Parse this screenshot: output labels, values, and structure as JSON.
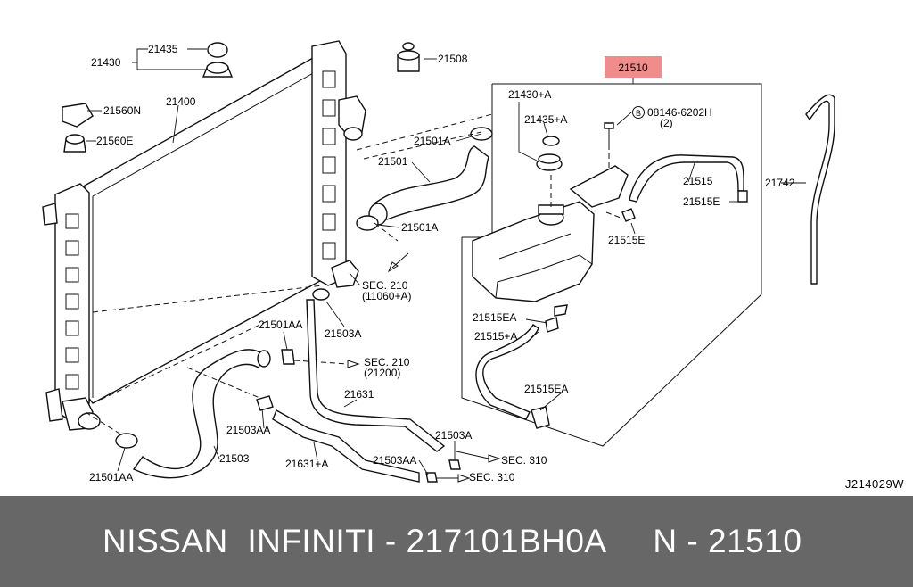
{
  "diagram": {
    "highlight_color": "#f08c8c",
    "highlighted_part": "21510",
    "diagram_code": "J214029W",
    "labels": {
      "p21435": "21435",
      "p21430": "21430",
      "p21508": "21508",
      "p21400": "21400",
      "p21560N": "21560N",
      "p21560E": "21560E",
      "p21510": "21510",
      "p21430A": "21430+A",
      "p21435A": "21435+A",
      "p08146": "08146-6202H",
      "p08146qty": "(2)",
      "p08146sym": "B",
      "p21501A_1": "21501A",
      "p21501": "21501",
      "p21501A_2": "21501A",
      "p21515": "21515",
      "p21742": "21742",
      "p21515E_1": "21515E",
      "p21515E_2": "21515E",
      "sec210a": "SEC. 210",
      "sec210a_sub": "(11060+A)",
      "p21503A_1": "21503A",
      "p21501AA_1": "21501AA",
      "sec210b": "SEC. 210",
      "sec210b_sub": "(21200)",
      "p21515EA_1": "21515EA",
      "p21515A": "21515+A",
      "p21631": "21631",
      "p21515EA_2": "21515EA",
      "p21503AA_1": "21503AA",
      "p21503": "21503",
      "p21503A_2": "21503A",
      "p21631A": "21631+A",
      "p21503AA_2": "21503AA",
      "sec310a": "SEC. 310",
      "sec310b": "SEC. 310",
      "p21501AA_2": "21501AA"
    }
  },
  "footer": {
    "text": "NISSAN  INFINITI - 217101BH0A     N - 21510"
  }
}
